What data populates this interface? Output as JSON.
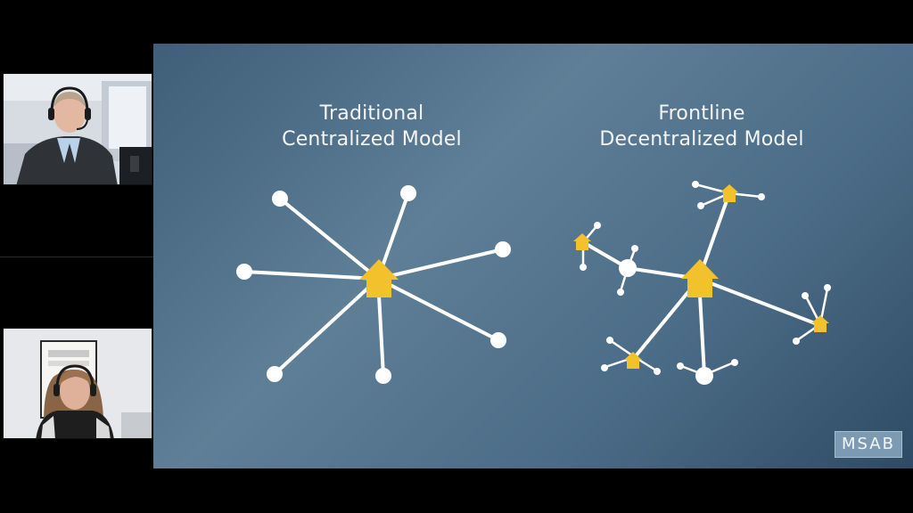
{
  "slide": {
    "left_title_line1": "Traditional",
    "left_title_line2": "Centralized Model",
    "right_title_line1": "Frontline",
    "right_title_line2": "Decentralized Model",
    "logo_text": "MSAB"
  },
  "colors": {
    "node": "#ffffff",
    "hub": "#f3c12c",
    "slide_background": "#4f6f89"
  },
  "icons": {
    "hub": "house-icon",
    "node": "circle-node-icon"
  },
  "participants": [
    {
      "description_name": "participant-1"
    },
    {
      "description_name": "participant-2"
    }
  ]
}
